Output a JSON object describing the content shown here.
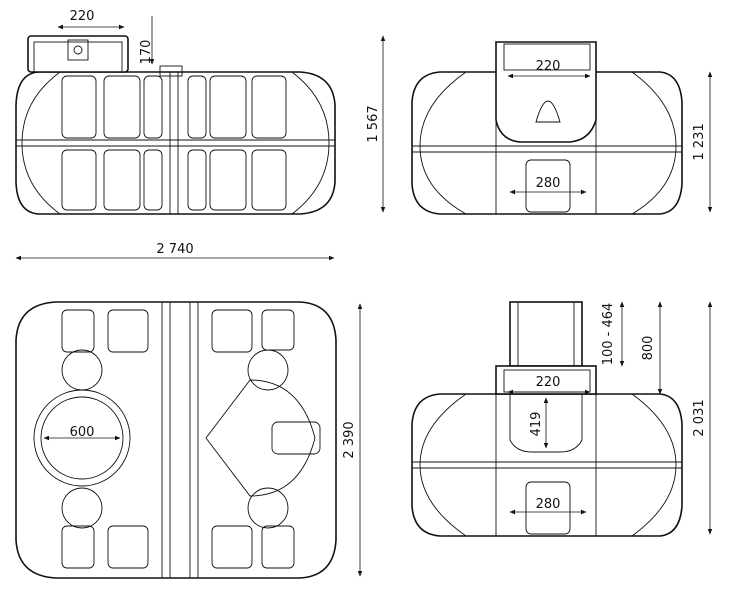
{
  "dimensions": {
    "top_cover_width": "220",
    "top_neck_height": "170",
    "total_height": "1 567",
    "front_cover_width": "220",
    "front_outlet_width": "280",
    "body_height": "1 231",
    "total_length": "2 740",
    "plan_opening_diameter": "600",
    "total_width": "2 390",
    "ext_cover_width": "220",
    "ext_inner_height": "419",
    "ext_outlet_width": "280",
    "ext_adjust_range": "100 - 464",
    "ext_riser_height": "800",
    "ext_total_height": "2 031"
  }
}
